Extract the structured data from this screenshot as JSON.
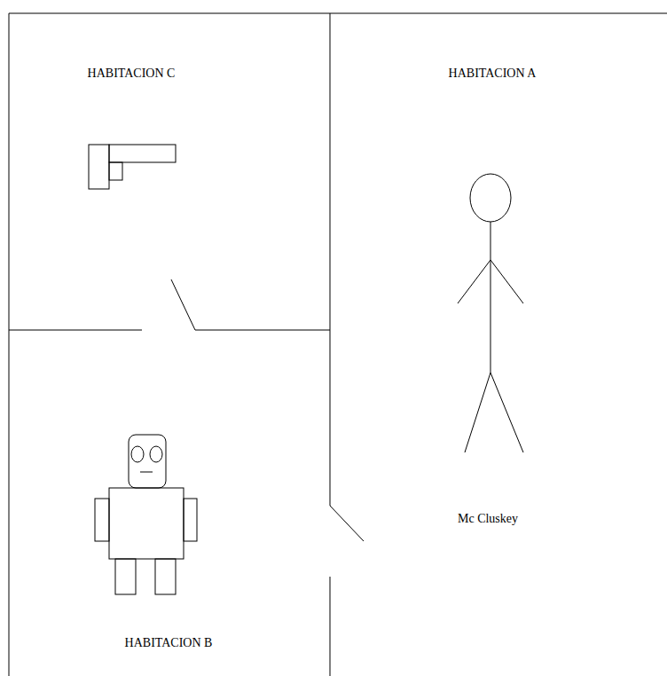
{
  "diagram": {
    "nodes": [
      {
        "text": [
          "HABITACION C"
        ]
      },
      {
        "text": [
          "HABITACION A"
        ]
      },
      {
        "text": [
          "HABITACION B"
        ]
      }
    ],
    "labels": [
      "Mc Cluskey"
    ]
  }
}
